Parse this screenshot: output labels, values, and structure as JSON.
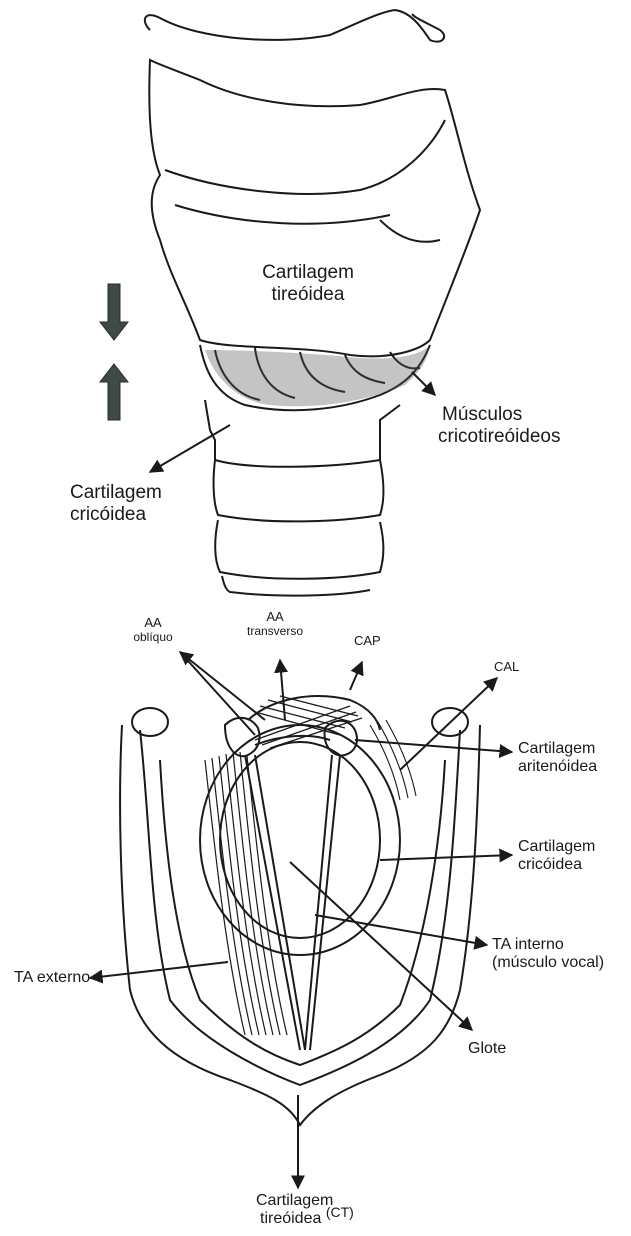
{
  "upper_figure": {
    "thyroid_label_line1": "Cartilagem",
    "thyroid_label_line2": "tireóidea",
    "cricoid_label_line1": "Cartilagem",
    "cricoid_label_line2": "cricóidea",
    "muscle_label_line1": "Músculos",
    "muscle_label_line2": "cricotireóideos"
  },
  "lower_figure": {
    "aa_obliquo_line1": "AA",
    "aa_obliquo_line2": "oblíquo",
    "aa_transverso_line1": "AA",
    "aa_transverso_line2": "transverso",
    "cap": "CAP",
    "cal": "CAL",
    "arytenoid_line1": "Cartilagem",
    "arytenoid_line2": "aritenóidea",
    "cricoid_line1": "Cartilagem",
    "cricoid_line2": "cricóidea",
    "ta_interno_line1": "TA interno",
    "ta_interno_line2": "(músculo vocal)",
    "ta_externo": "TA externo",
    "glote": "Glote",
    "thyroid_line1": "Cartilagem",
    "thyroid_line2": "tireóidea",
    "thyroid_abbrev": "(CT)"
  },
  "colors": {
    "ink": "#1a1a1a",
    "arrow_fill": "#3f4a44",
    "paper": "#ffffff"
  }
}
